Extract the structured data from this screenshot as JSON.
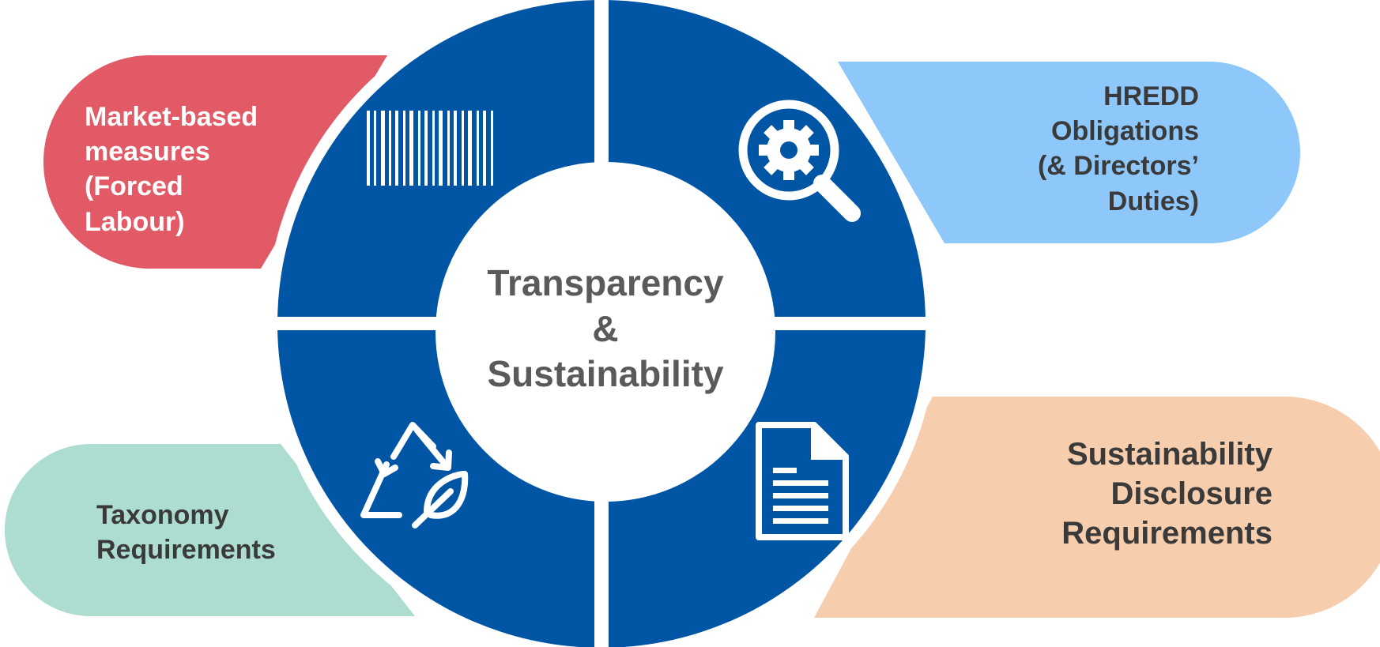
{
  "diagram": {
    "center": {
      "lines": [
        "Transparency",
        "&",
        "Sustainability"
      ]
    },
    "pills": {
      "market_based": {
        "lines": [
          "Market-based",
          "measures",
          "(Forced",
          "Labour)"
        ],
        "color": "#E15A65"
      },
      "hredd": {
        "lines": [
          "HREDD",
          "Obligations",
          "(& Directors’",
          "Duties)"
        ],
        "color": "#8EC7FA"
      },
      "taxonomy": {
        "lines": [
          "Taxonomy",
          "Requirements"
        ],
        "color": "#ACDDD0"
      },
      "sustainability_disclosure": {
        "lines": [
          "Sustainability",
          "Disclosure",
          "Requirements"
        ],
        "color": "#F6CDAD"
      }
    },
    "colors": {
      "ring": "#0055A5",
      "center_text": "#5A5A5A",
      "dark_text": "#3A3A3A",
      "light_text": "#FFFFFF"
    },
    "icons": {
      "top_left": "barcode-icon",
      "top_right": "magnifier-gear-icon",
      "bottom_left": "recycle-leaf-icon",
      "bottom_right": "document-icon"
    }
  }
}
